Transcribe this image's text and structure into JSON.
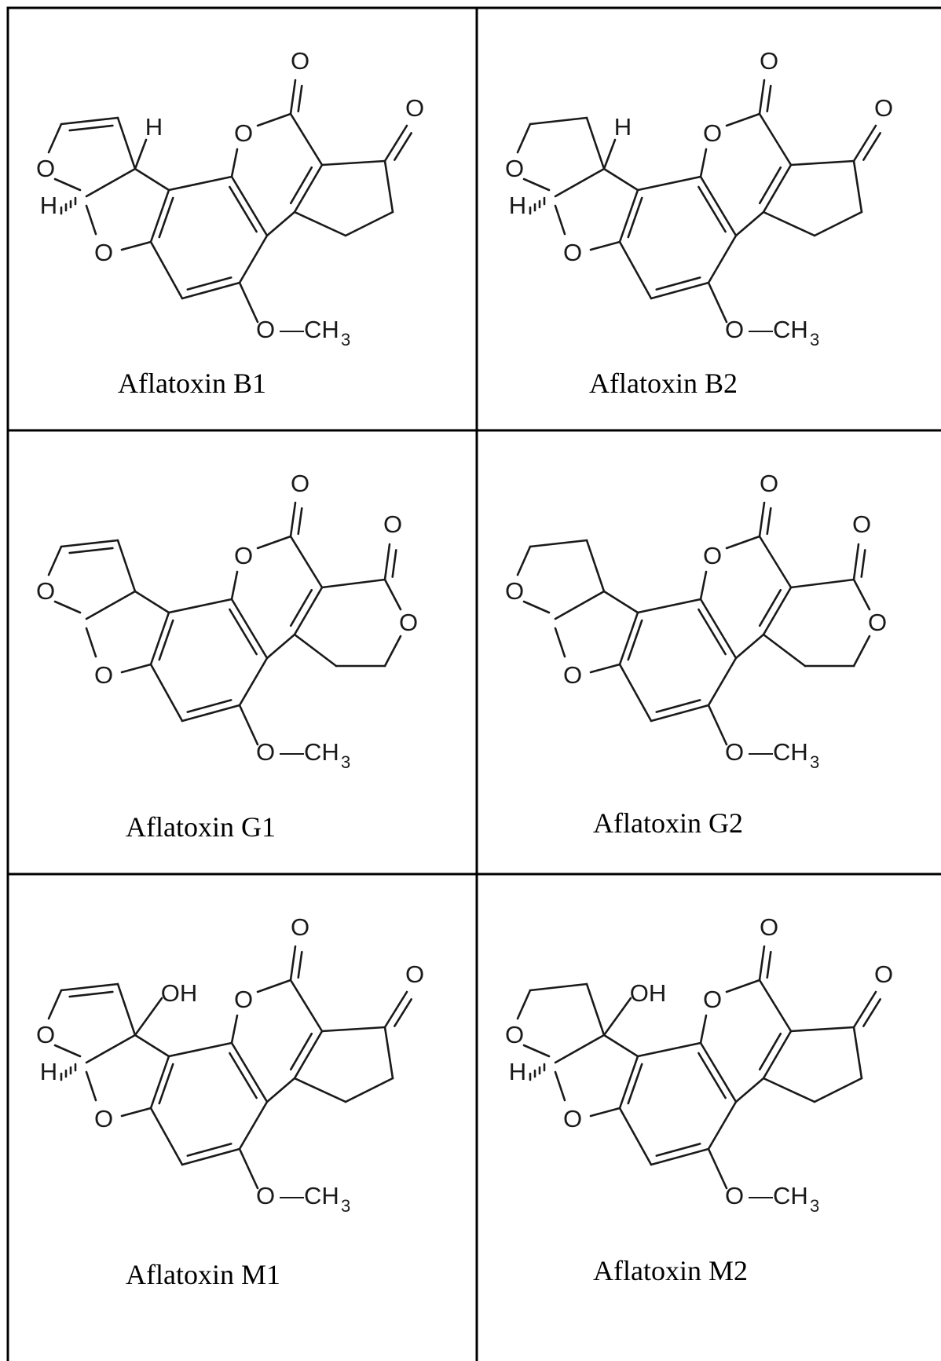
{
  "compounds": [
    {
      "name": "Aflatoxin B1",
      "lactone_ring": "cyclopentenone",
      "dihydro": false,
      "hydroxy": false,
      "stereo_h": true
    },
    {
      "name": "Aflatoxin B2",
      "lactone_ring": "cyclopentenone",
      "dihydro": true,
      "hydroxy": false,
      "stereo_h": true
    },
    {
      "name": "Aflatoxin G1",
      "lactone_ring": "lactone",
      "dihydro": false,
      "hydroxy": false,
      "stereo_h": false
    },
    {
      "name": "Aflatoxin G2",
      "lactone_ring": "lactone",
      "dihydro": true,
      "hydroxy": false,
      "stereo_h": false
    },
    {
      "name": "Aflatoxin M1",
      "lactone_ring": "cyclopentenone",
      "dihydro": false,
      "hydroxy": true,
      "stereo_h": true
    },
    {
      "name": "Aflatoxin M2",
      "lactone_ring": "cyclopentenone",
      "dihydro": true,
      "hydroxy": true,
      "stereo_h": true
    }
  ],
  "labels": {
    "O": "O",
    "H": "H",
    "OH": "OH",
    "methoxy_o": "O",
    "methoxy_c": "—CH",
    "methoxy_sub": "3"
  },
  "colors": {
    "line": "#1a1a1a",
    "frame": "#000000",
    "background": "#ffffff"
  }
}
